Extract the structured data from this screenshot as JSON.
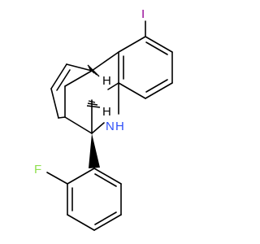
{
  "molecule": {
    "atoms": [
      {
        "id": "iodo",
        "text": "I",
        "color": "#940094"
      },
      {
        "id": "fluoro",
        "text": "F",
        "color": "#90e050"
      },
      {
        "id": "amine-n",
        "text": "N",
        "color": "#3050f8"
      },
      {
        "id": "amine-h",
        "text": "H",
        "color": "#3050f8"
      }
    ],
    "stereo_hydrogens": [
      {
        "id": "h-upper",
        "text": "H"
      },
      {
        "id": "h-lower",
        "text": "H"
      }
    ],
    "bond_color": "#000000"
  }
}
